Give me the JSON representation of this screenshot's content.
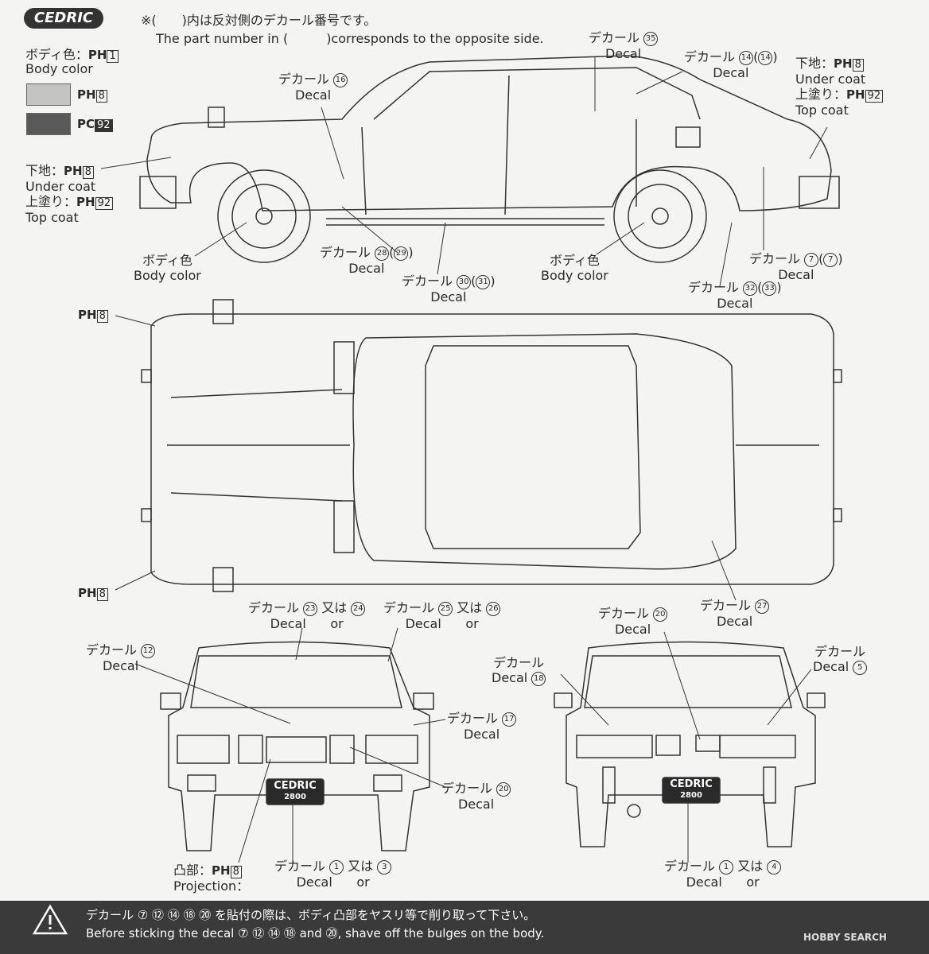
{
  "header": {
    "brand": "CEDRIC",
    "note_jp": "※(　　)内は反対側のデカール番号です。",
    "note_en": "The part number in (　　　)corresponds to the opposite side."
  },
  "colors": {
    "body_label_jp": "ボディ色：",
    "body_code": "PH",
    "body_num": "1",
    "body_label_en": "Body color",
    "swatch1_code": "PH",
    "swatch1_num": "8",
    "swatch1_color": "#c4c4c4",
    "swatch2_code": "PC",
    "swatch2_num": "92",
    "swatch2_color": "#5a5a5a"
  },
  "callouts": {
    "under_jp": "下地：",
    "under_en": "Under coat",
    "top_jp": "上塗り：",
    "top_en": "Top coat",
    "decal_jp": "デカール",
    "decal_en": "Decal",
    "or_jp": "又は",
    "or_en": "or",
    "body_color_jp": "ボディ色",
    "body_color_en": "Body color",
    "projection_jp": "凸部：",
    "projection_en": "Projection：",
    "n1": "1",
    "n3": "3",
    "n4": "4",
    "n5": "5",
    "n7": "7",
    "n8": "8",
    "n12": "12",
    "n14": "14",
    "n16": "16",
    "n17": "17",
    "n18": "18",
    "n20": "20",
    "n23": "23",
    "n24": "24",
    "n25": "25",
    "n26": "26",
    "n27": "27",
    "n28": "28",
    "n29": "29",
    "n30": "30",
    "n31": "31",
    "n32": "32",
    "n33": "33",
    "n35": "35",
    "n92": "92",
    "ph": "PH"
  },
  "plate": {
    "line1": "CEDRIC",
    "line2": "2800"
  },
  "footer": {
    "warn_jp": "デカール ⑦ ⑫ ⑭ ⑱ ⑳ を貼付の際は、ボディ凸部をヤスリ等で削り取って下さい。",
    "warn_en": "Before sticking the decal ⑦ ⑫ ⑭ ⑱ and ⑳, shave off the bulges on the body.",
    "watermark": "HOBBY SEARCH"
  }
}
